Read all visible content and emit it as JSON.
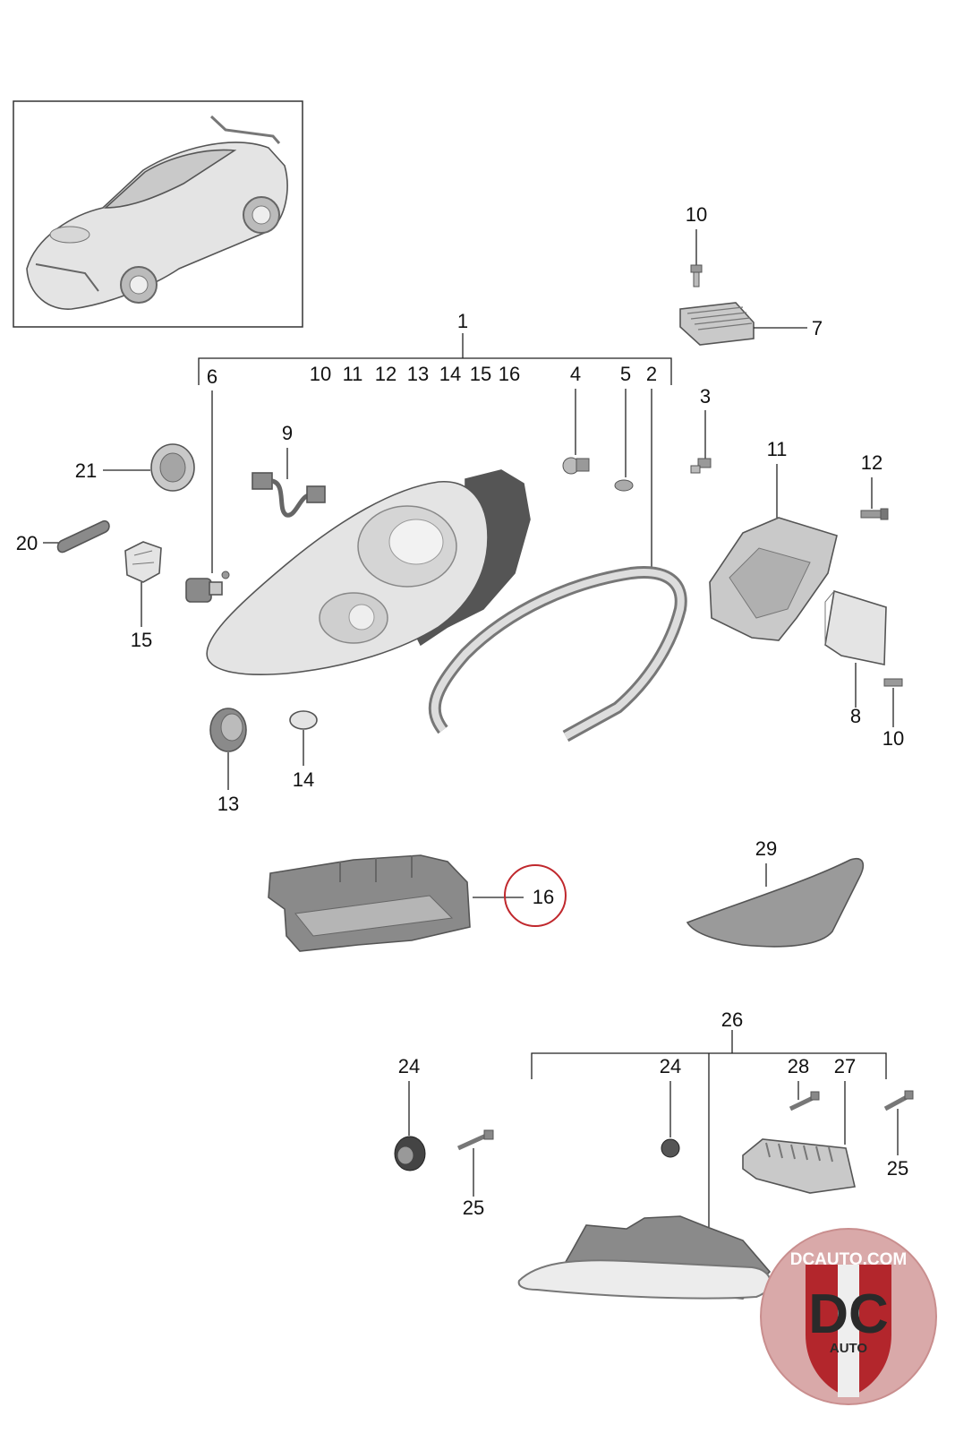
{
  "callouts": {
    "c1": "1",
    "c10_top": "10",
    "c7": "7",
    "c6": "6",
    "c10_g": "10",
    "c11_g": "11",
    "c12_g": "12",
    "c13_g": "13",
    "c14_g": "14",
    "c15_g": "15",
    "c16_g": "16",
    "c4": "4",
    "c5": "5",
    "c2": "2",
    "c3": "3",
    "c9": "9",
    "c21": "21",
    "c20": "20",
    "c15": "15",
    "c11": "11",
    "c12": "12",
    "c8": "8",
    "c10_br": "10",
    "c13": "13",
    "c14": "14",
    "c16": "16",
    "c29": "29",
    "c26": "26",
    "c24_l": "24",
    "c24_m": "24",
    "c28": "28",
    "c27": "27",
    "c25_l": "25",
    "c25_r": "25"
  },
  "highlight_color": "#c0282d",
  "logo": {
    "url_text": "DCAUTO.COM",
    "initials": "DC",
    "word": "AUTO",
    "red": "#b3262c",
    "bg": "#d9a9a9"
  }
}
